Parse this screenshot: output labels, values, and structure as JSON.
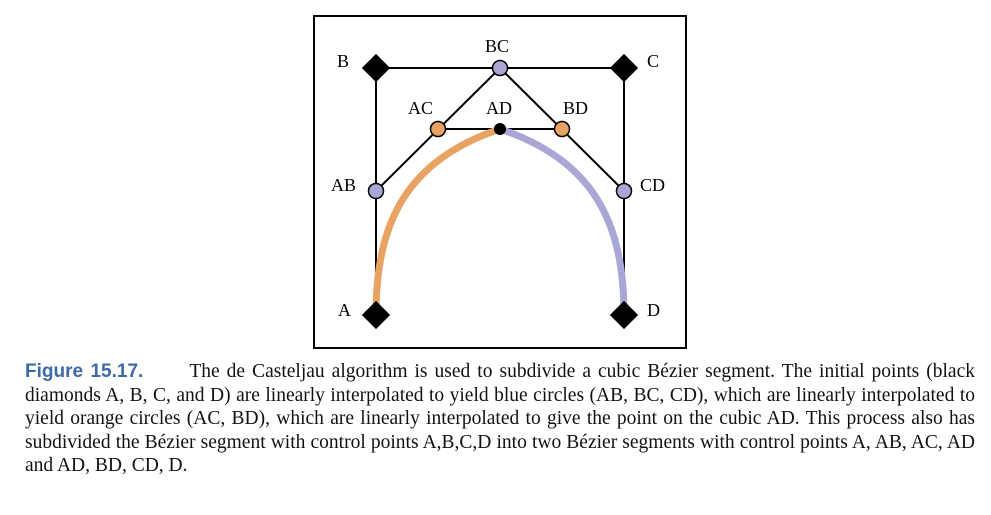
{
  "figure": {
    "points": {
      "A": "A",
      "B": "B",
      "C": "C",
      "D": "D",
      "AB": "AB",
      "BC": "BC",
      "CD": "CD",
      "AC": "AC",
      "BD": "BD",
      "AD": "AD"
    },
    "colors": {
      "control_point": "#000000",
      "blue_point": "#a9a7d6",
      "orange_point": "#e8a363",
      "left_curve": "#e8a363",
      "right_curve": "#a9a7d6"
    }
  },
  "caption": {
    "label": "Figure 15.17.",
    "text": "The de Casteljau algorithm is used to subdivide a cubic Bézier segment. The initial points (black diamonds A, B, C, and D) are linearly interpolated to yield blue circles (AB, BC, CD), which are linearly interpolated to yield orange circles (AC, BD), which are linearly interpolated to give the point on the cubic AD. This process also has subdivided the Bézier segment with control points A,B,C,D into two Bézier segments with control points A, AB, AC, AD and AD, BD, CD, D."
  }
}
